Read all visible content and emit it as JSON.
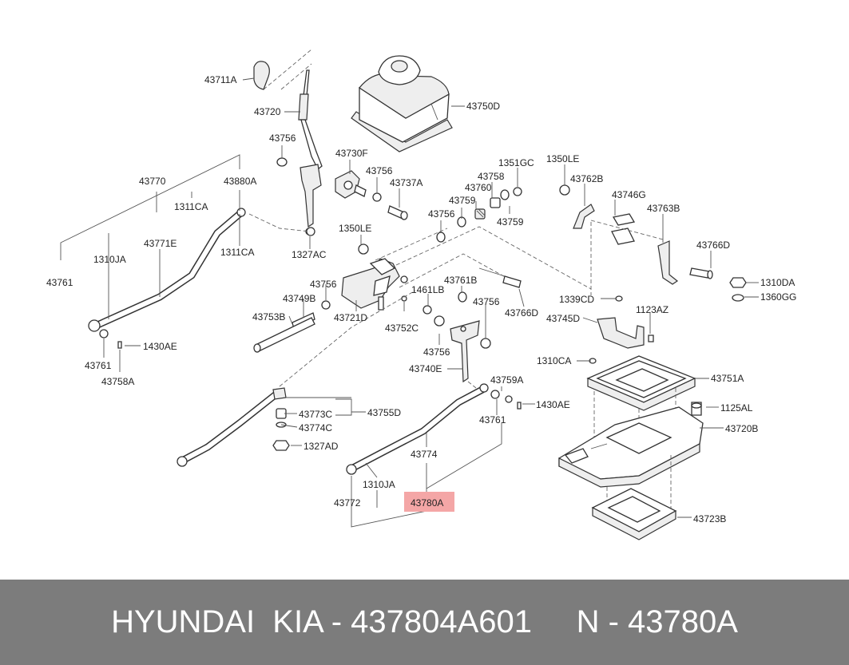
{
  "labels": {
    "l43711A": "43711A",
    "l43720": "43720",
    "l43750D": "43750D",
    "l43756a": "43756",
    "l43730F": "43730F",
    "l43756b": "43756",
    "l43737A": "43737A",
    "l43770": "43770",
    "l43880A": "43880A",
    "l1311CAa": "1311CA",
    "l43771E": "43771E",
    "l1311CAb": "1311CA",
    "l1310JAa": "1310JA",
    "l1327ACa": "1327AC",
    "l1350LEa": "1350LE",
    "l43761a": "43761",
    "l43758": "43758",
    "l1351GC": "1351GC",
    "l1350LEb": "1350LE",
    "l43762B": "43762B",
    "l43760": "43760",
    "l43759a": "43759",
    "l43756c": "43756",
    "l43759b": "43759",
    "l43746G": "43746G",
    "l43763B": "43763B",
    "l43766Da": "43766D",
    "l43756d": "43756",
    "l1461LB": "1461LB",
    "l43761B": "43761B",
    "l43749B": "43749B",
    "l43756e": "43756",
    "l43721D": "43721D",
    "l43752C": "43752C",
    "l43766Db": "43766D",
    "l1310DA": "1310DA",
    "l1339CD": "1339CD",
    "l1360GG": "1360GG",
    "l1123AZ": "1123AZ",
    "l43753B": "43753B",
    "l43745D": "43745D",
    "l43761b": "43761",
    "l1430AEa": "1430AE",
    "l43756f": "43756",
    "l43758A": "43758A",
    "l43740E": "43740E",
    "l1310CA": "1310CA",
    "l43751A": "43751A",
    "l43759A": "43759A",
    "l1430AEb": "1430AE",
    "l43773C": "43773C",
    "l43755D": "43755D",
    "l43761c": "43761",
    "l1125AL": "1125AL",
    "l43774C": "43774C",
    "l43720B": "43720B",
    "l1327ADb": "1327AD",
    "l43774": "43774",
    "l1310JAb": "1310JA",
    "l43772": "43772",
    "l43780A": "43780A",
    "l43723B": "43723B"
  },
  "highlight_color": "#f4a6a6",
  "footer": {
    "text": "HYUNDAI  KIA - 437804A601     N - 43780A"
  }
}
